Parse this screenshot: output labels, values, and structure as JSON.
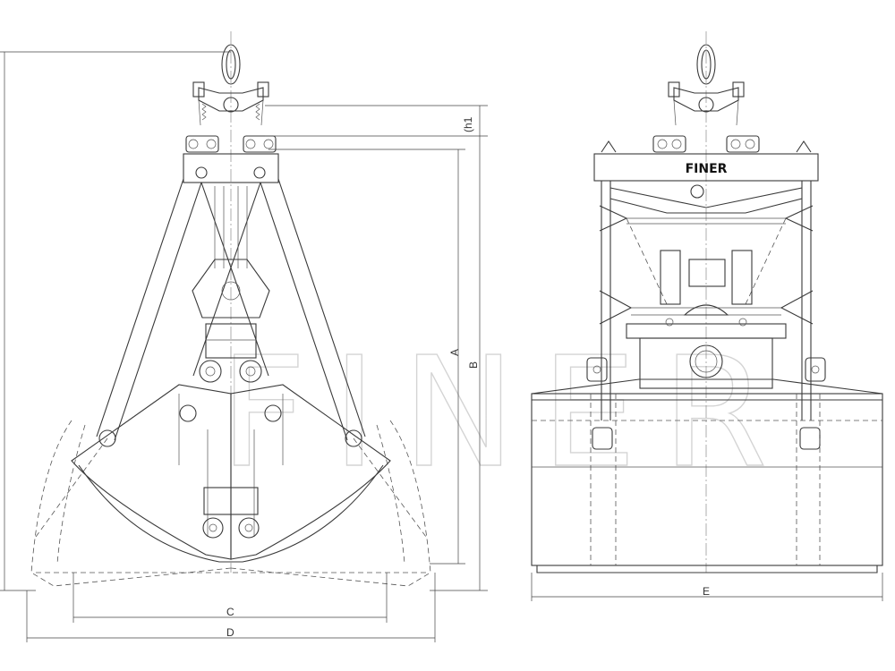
{
  "drawing": {
    "brand_plate": "FINER",
    "watermark": "FINER",
    "dimensions": {
      "h1": "(h1",
      "a": "A",
      "b": "B",
      "c": "C",
      "d": "D",
      "e": "E"
    }
  }
}
